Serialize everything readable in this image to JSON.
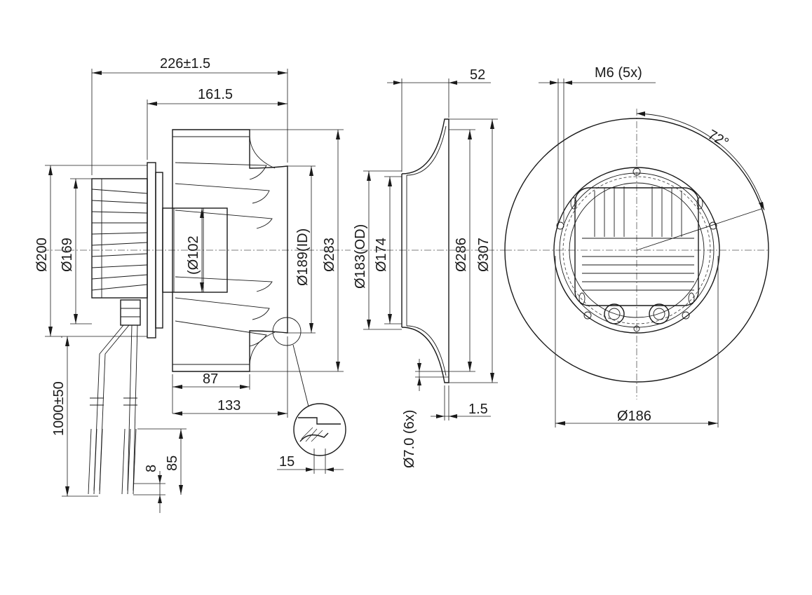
{
  "dimensions": {
    "overall_length": "226±1.5",
    "length_161": "161.5",
    "length_87": "87",
    "length_133": "133",
    "detail_15": "15",
    "dia_200": "Ø200",
    "dia_169": "Ø169",
    "dia_102": "(Ø102",
    "dia_189": "Ø189(ID)",
    "dia_283": "Ø283",
    "cable_length": "1000±50",
    "lead_8": "8",
    "lead_85": "85",
    "depth_52": "52",
    "dia_183": "Ø183(OD)",
    "dia_174": "Ø174",
    "dia_286": "Ø286",
    "dia_307": "Ø307",
    "hole_7": "Ø7.0 (6x)",
    "thickness_15": "1.5",
    "thread_m6": "M6 (5x)",
    "angle_72": "72°",
    "dia_186": "Ø186"
  }
}
